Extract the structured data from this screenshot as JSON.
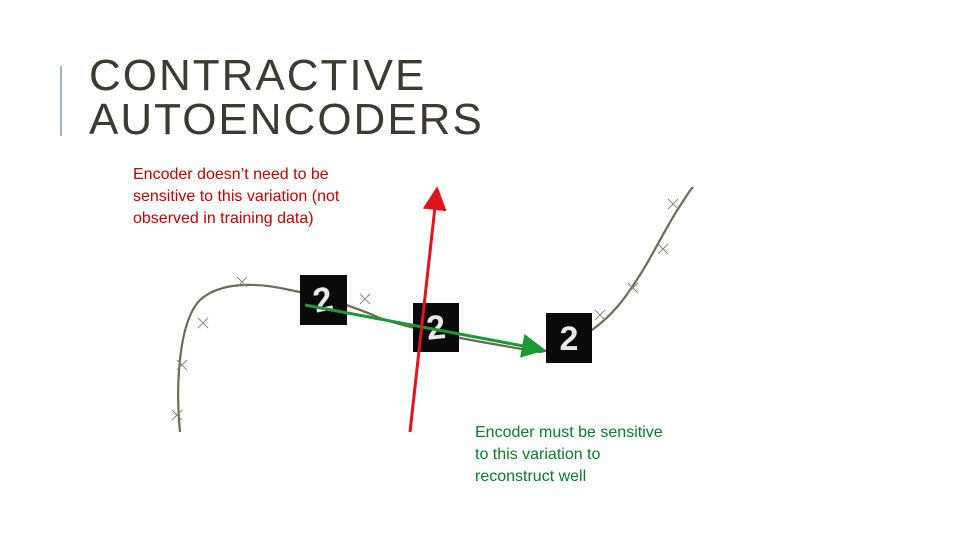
{
  "slide": {
    "title_lines": [
      "CONTRACTIVE",
      "AUTOENCODERS"
    ]
  },
  "annotations": {
    "orthogonal_note": {
      "lines": [
        "Encoder doesn’t need to be",
        "sensitive to this variation (not",
        "observed in training data)"
      ],
      "color": "#c00000"
    },
    "tangent_note": {
      "lines": [
        "Encoder must be sensitive",
        "to this variation to",
        "reconstruct well"
      ],
      "color": "#0b7a2c"
    }
  },
  "digit_samples": [
    "2",
    "2",
    "2"
  ],
  "colors": {
    "manifold_curve": "#6e6a58",
    "red_arrow": "#e0141b",
    "green_arrow": "#1a9a34",
    "title": "#3d3a33",
    "accent_bar": "#9fb4c4"
  }
}
